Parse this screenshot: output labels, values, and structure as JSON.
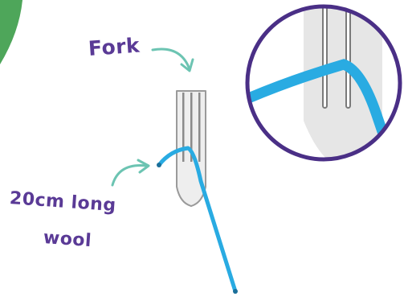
{
  "labels": {
    "fork": "Fork",
    "wool_line1": "20cm long",
    "wool_line2": "wool"
  },
  "colors": {
    "label_text": "#5a3a96",
    "arrow": "#6cc4b2",
    "wool": "#29abe2",
    "fork_fill": "#eeeeee",
    "fork_outline": "#9a9a9a",
    "zoom_circle_border": "#4a2f86",
    "corner_shape": "#4ea65a"
  },
  "icons": [
    "curved-arrow-icon",
    "fork-icon",
    "zoom-circle-icon"
  ]
}
